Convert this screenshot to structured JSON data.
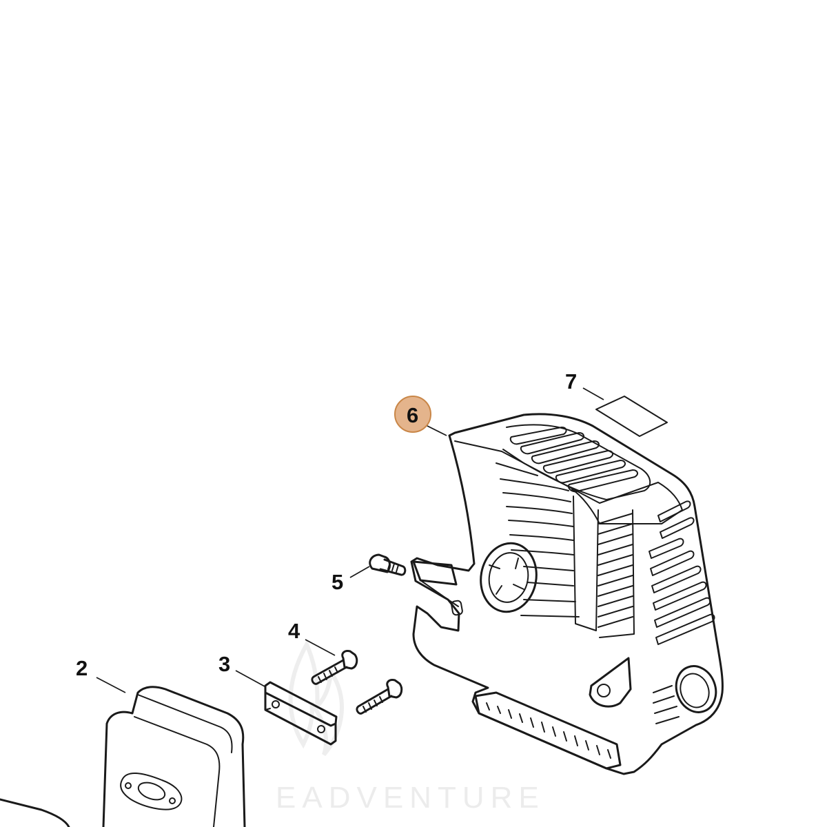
{
  "callouts": {
    "c2": "2",
    "c3": "3",
    "c4": "4",
    "c5": "5",
    "c6": "6",
    "c7": "7"
  },
  "highlight": {
    "callout": "6",
    "fill": "#e4b48c",
    "stroke": "#c98647"
  },
  "watermark": {
    "text": "EADVENTURE"
  }
}
